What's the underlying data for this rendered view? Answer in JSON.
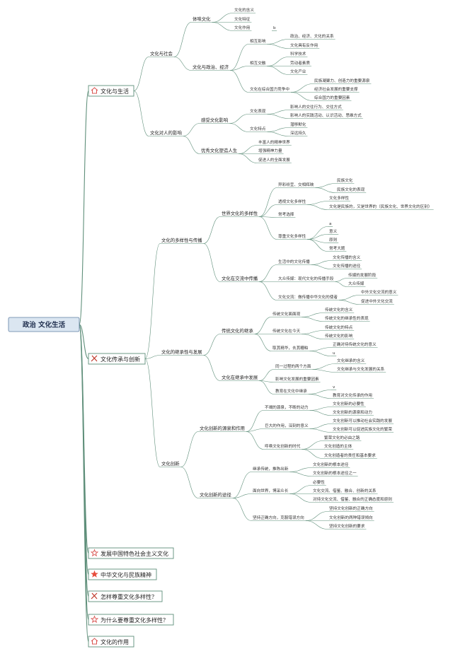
{
  "root": {
    "label": "政治 文化生活"
  },
  "branches": [
    {
      "label": "文化与生活",
      "icon": "house-icon",
      "icon_color": "#d9534f"
    },
    {
      "label": "文化传承与创新",
      "icon": "tools-icon",
      "icon_color": "#c0392b"
    },
    {
      "label": "发展中国特色社会主义文化",
      "icon": "star-outline-icon",
      "icon_color": "#d9534f"
    },
    {
      "label": "中华文化与民族精神",
      "icon": "star-filled-icon",
      "icon_color": "#e74c3c"
    },
    {
      "label": "怎样尊重文化多样性？",
      "icon": "tools-icon",
      "icon_color": "#c0392b"
    },
    {
      "label": "为什么要尊重文化多样性？",
      "icon": "star-outline-icon",
      "icon_color": "#d9534f"
    },
    {
      "label": "文化的作用",
      "icon": "house-icon",
      "icon_color": "#d9534f"
    }
  ],
  "nodes": {
    "a": "文化与社会",
    "a1": "体味文化",
    "a1a": "文化的含义",
    "a1b": "文化特征",
    "a1c": "文化作用",
    "a1c_x": "b",
    "a2": "文化与政治、经济",
    "a21": "相互影响",
    "a21a": "政治、经济、文化的关系",
    "a21b": "文化具有反作用",
    "a22": "相互交融",
    "a22a": "科学技术",
    "a22b": "劳动者素质",
    "a22c": "文化产业",
    "a23": "文化在综合国力竞争中",
    "a23a": "民族凝聚力、创造力的重要源泉",
    "a23b": "经济社会发展的重要支撑",
    "a23c": "综合国力的重要因素",
    "b": "文化对人的影响",
    "b1": "感受文化影响",
    "b11": "文化表现",
    "b11a": "影响人的交往行为、交往方式",
    "b11b": "影响人的实践活动、认识活动、思维方式",
    "b12": "文化特点",
    "b12a": "潜移默化",
    "b12b": "深远持久",
    "b2": "优秀文化塑造人生",
    "b2a": "丰富人的精神世界",
    "b2b": "增强精神力量",
    "b2c": "促进人的全面发展",
    "c": "文化的多样性与传播",
    "c1": "世界文化的多样性",
    "c11": "异彩纷呈、交相辉映",
    "c11a": "民族文化",
    "c11b": "民族文化的表现",
    "c12": "透视文化多样性",
    "c12a": "文化多样性",
    "c12b": "文化是民族的，又是世界的（民族文化、世界文化的区别）",
    "c13": "尊重文化多样性",
    "c13x": "常考选择",
    "c13a": "a",
    "c13b": "意义",
    "c13c": "原则",
    "c13d": "常考大题",
    "c2": "文化在交流中传播",
    "c21": "生活中的文化传播",
    "c21a": "文化传播的含义",
    "c21b": "文化传播的途径",
    "c22": "大众传媒：现代文化的传播手段",
    "c22a": "传媒的发展阶段",
    "c22b": "大众传媒",
    "c23": "文化交流：做传播中华文化的使者",
    "c23a": "中外文化交流的意义",
    "c23b": "促进中外文化交流",
    "d": "文化的继承性与发展",
    "d1": "传统文化的继承",
    "d11": "传统文化面面观",
    "d11a": "传统文化的含义",
    "d11b": "传统文化的继承性的表现",
    "d12": "传统文化在今天",
    "d12a": "传统文化的特点",
    "d12b": "传统文化的影响",
    "d13": "取其精华，去其糟粕",
    "d13a": "正确对待传统文化的意义",
    "d13b": "u",
    "d2": "文化在继承中发展",
    "d21": "同一过程的两个方面",
    "d21a": "文化继承的含义",
    "d21b": "文化继承与文化发展的关系",
    "d22": "影响文化发展的重要因素",
    "d23": "教育在文化中继承",
    "d23a": "v",
    "d23b": "教育对文化传承的作用",
    "e": "文化创新",
    "e1": "文化创新的源泉和作用",
    "e11": "不竭的源泉，不断的动力",
    "e11a": "文化创新的必要性",
    "e11b": "文化创新的源泉和动力",
    "e12": "巨大的作用，深刻的意义",
    "e12a": "文化创新可以推动社会实践的发展",
    "e12b": "文化创新可以促进民族文化的繁荣",
    "e13": "呼唤文化创新的时代",
    "e13a": "繁荣文化的必由之路",
    "e13b": "文化创造的主体",
    "e13c": "文化创造者的责任和基本要求",
    "e2": "文化创新的途径",
    "e21": "继承传统，推陈出新",
    "e21a": "文化创新的根本途径",
    "e21b": "文化创新的根本途径之一",
    "e22": "面向世界，博采众长",
    "e22a": "必要性",
    "e22b": "文化交流、借鉴、融合、创新的关系",
    "e22c": "对待文化交流、借鉴、融合的正确态度和原则",
    "e23": "坚持正确方向，克服错误方向",
    "e23a": "坚持文化创新的正确方向",
    "e23b": "文化创新的两种错误倾向",
    "e23c": "坚持文化创新的要求"
  }
}
